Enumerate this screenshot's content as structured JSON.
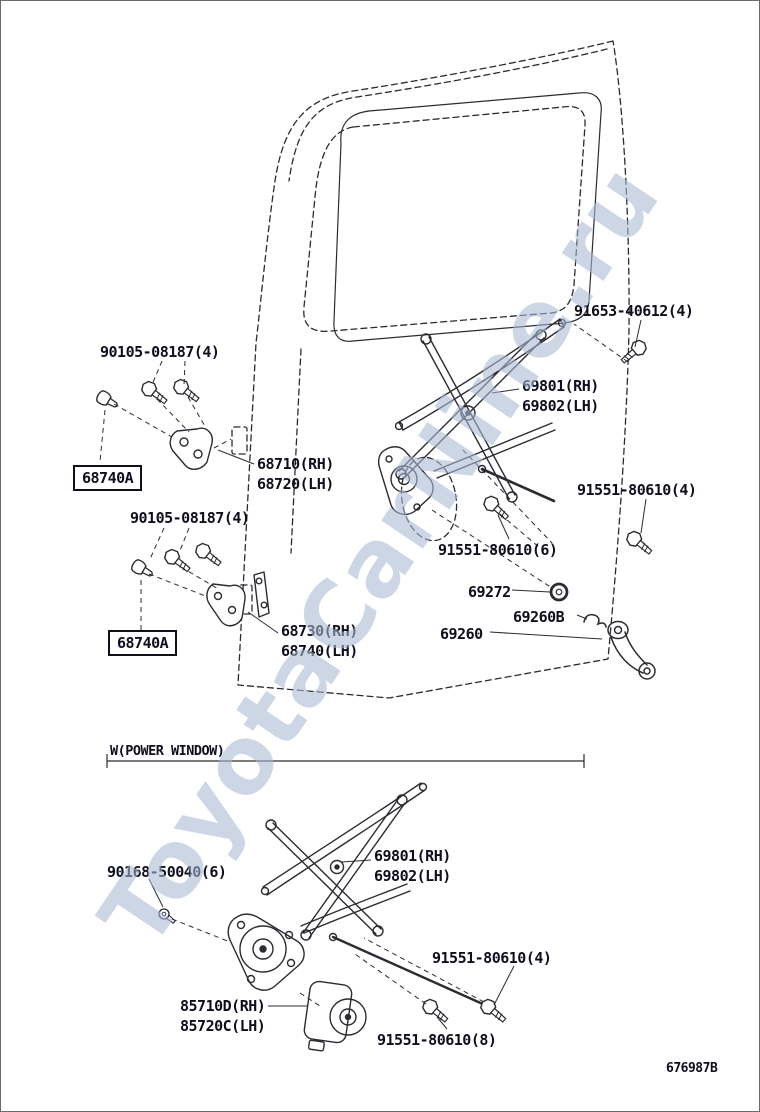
{
  "watermark": "ToyotaCarNine.ru",
  "diagram_code": "676987B",
  "section": {
    "power_window_label": "W(POWER WINDOW)"
  },
  "labels": {
    "bolt_90105_upper": "90105-08187(4)",
    "bolt_91653": "91653-40612(4)",
    "regulator_upper_rh": "69801(RH)",
    "regulator_upper_lh": "69802(LH)",
    "hinge_upper_rh": "68710(RH)",
    "hinge_upper_lh": "68720(LH)",
    "hinge_pin_upper": "68740A",
    "bolt_90105_lower": "90105-08187(4)",
    "bolt_91551_6": "91551-80610(6)",
    "bolt_91551_4_upper": "91551-80610(4)",
    "washer_69272": "69272",
    "escutcheon_69260b": "69260B",
    "handle_69260": "69260",
    "hinge_pin_lower": "68740A",
    "hinge_lower_rh": "68730(RH)",
    "hinge_lower_lh": "68740(LH)",
    "screw_90168": "90168-50040(6)",
    "regulator_pw_rh": "69801(RH)",
    "regulator_pw_lh": "69802(LH)",
    "bolt_91551_4_lower": "91551-80610(4)",
    "motor_rh": "85710D(RH)",
    "motor_lh": "85720C(LH)",
    "bolt_91551_8": "91551-80610(8)"
  }
}
